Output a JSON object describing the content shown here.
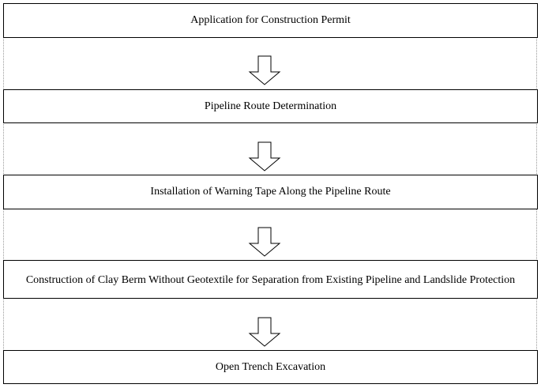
{
  "flowchart": {
    "steps": [
      {
        "label": "Application for Construction Permit"
      },
      {
        "label": "Pipeline Route Determination"
      },
      {
        "label": "Installation of Warning Tape Along the Pipeline Route"
      },
      {
        "label": "Construction of Clay Berm Without Geotextile for Separation from Existing Pipeline and Landslide Protection"
      },
      {
        "label": "Open Trench Excavation"
      }
    ],
    "arrow_icon": "down-arrow-icon"
  }
}
